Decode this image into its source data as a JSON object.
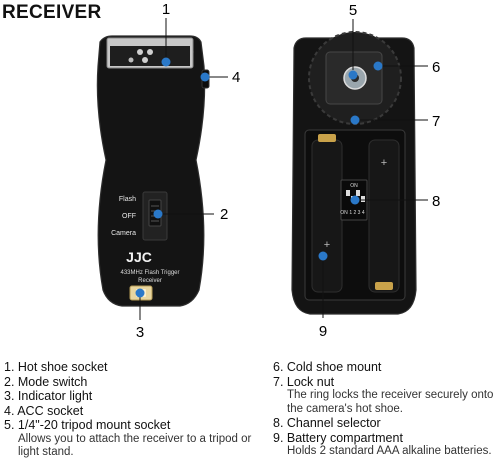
{
  "title": "RECEIVER",
  "callouts": [
    "1",
    "2",
    "3",
    "4",
    "5",
    "6",
    "7",
    "8",
    "9"
  ],
  "device": {
    "brand": "JJC",
    "model_line1": "433MHz Flash Trigger",
    "model_line2": "Receiver",
    "switch_labels": [
      "Flash",
      "OFF",
      "Camera"
    ],
    "channel_label_on": "ON",
    "channel_numbers": "1 2 3 4",
    "channel_top": "ON"
  },
  "legend_left": [
    {
      "text": "1. Hot shoe socket"
    },
    {
      "text": "2. Mode switch"
    },
    {
      "text": "3. Indicator light"
    },
    {
      "text": "4. ACC socket"
    },
    {
      "text": "5. 1/4\"-20 tripod mount socket",
      "desc": "Allows you to attach the receiver to a tripod or light stand."
    }
  ],
  "legend_right": [
    {
      "text": "6. Cold shoe mount"
    },
    {
      "text": "7. Lock nut",
      "desc": "The ring locks the receiver securely onto the camera's hot shoe."
    },
    {
      "text": "8. Channel selector"
    },
    {
      "text": "9. Battery compartment",
      "desc": "Holds 2 standard AAA alkaline batteries."
    }
  ],
  "colors": {
    "marker": "#2a78c8",
    "device": "#141414"
  }
}
